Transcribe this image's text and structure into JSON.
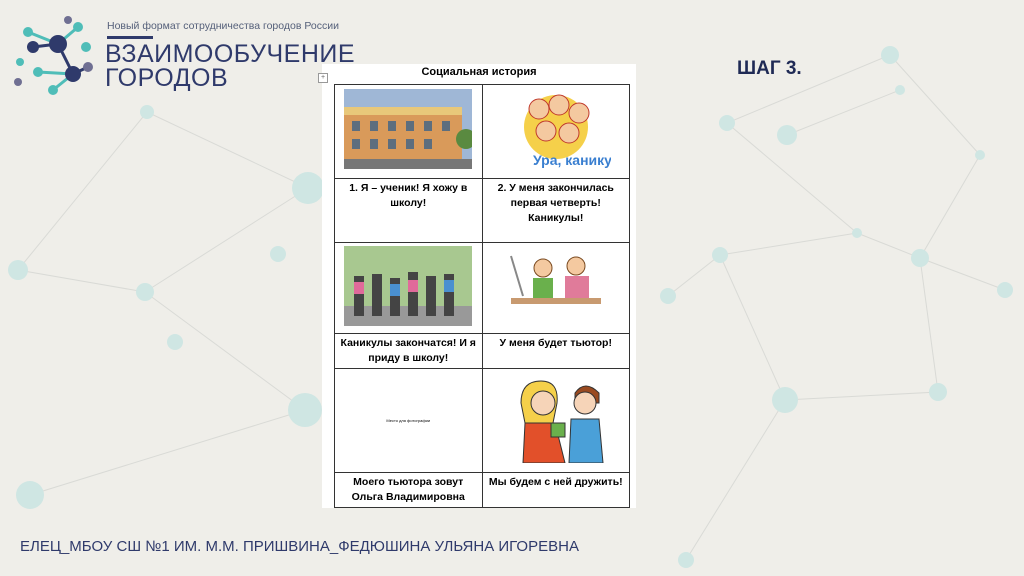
{
  "header": {
    "tagline": "Новый формат сотрудничества городов России",
    "brand_line1": "ВЗАИМООБУЧЕНИЕ",
    "brand_line2": "ГОРОДОВ"
  },
  "step_label": "ШАГ 3.",
  "document": {
    "title": "Социальная история",
    "cells": [
      "1.   Я – ученик! Я хожу в школу!",
      "2.   У меня закончилась первая четверть! Каникулы!",
      "Каникулы закончатся! И я приду в школу!",
      "У меня будет тьютор!",
      "Моего тьютора зовут Ольга Владимировна",
      "Мы будем с ней дружить!"
    ],
    "photo_placeholder": "Место для фотографии",
    "image_caption": "Ура, каникулы!"
  },
  "footer": "ЕЛЕЦ_МБОУ СШ №1 ИМ. М.М. ПРИШВИНА_ФЕДЮШИНА УЛЬЯНА ИГОРЕВНА",
  "colors": {
    "brand": "#2f3a6b",
    "teal": "#4fbdb8",
    "background": "#efeee9"
  }
}
